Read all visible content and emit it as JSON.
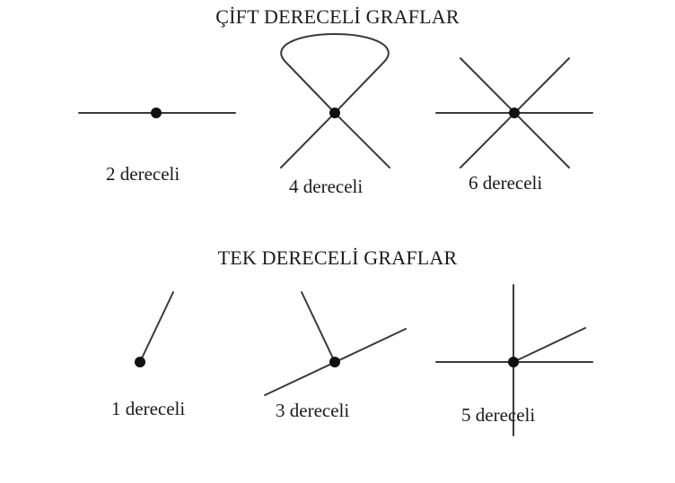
{
  "headings": {
    "even": "ÇİFT DERECELİ GRAFLAR",
    "odd": "TEK DERECELİ GRAFLAR"
  },
  "graphs": [
    {
      "id": "g2",
      "degree": 2,
      "label": "2 dereceli"
    },
    {
      "id": "g4",
      "degree": 4,
      "label": "4 dereceli"
    },
    {
      "id": "g6",
      "degree": 6,
      "label": "6 dereceli"
    },
    {
      "id": "g1",
      "degree": 1,
      "label": "1 dereceli"
    },
    {
      "id": "g3",
      "degree": 3,
      "label": "3 dereceli"
    },
    {
      "id": "g5",
      "degree": 5,
      "label": "5 dereceli"
    }
  ],
  "colors": {
    "edge": "#3a3a3a",
    "vertex": "#111111"
  }
}
